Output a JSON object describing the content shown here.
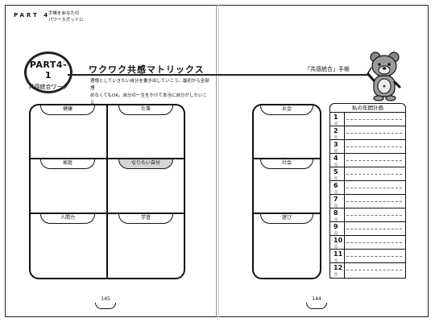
{
  "header": {
    "part_label": "PART 4",
    "subtitle_line1": "手帳をあなたの",
    "subtitle_line2": "パワースポットに"
  },
  "left_page": {
    "badge_title": "PART4-1",
    "badge_subtitle": "共感統合ワーク",
    "title": "ワクワク共感マトリックス",
    "description": [
      "理想としていきたい自分を書き出していこう。最初から全部埋",
      "めなくてもOK。自分の一生をかけて本当に自分がしたいこと",
      "をあぶり出していこう。"
    ],
    "cells": [
      {
        "label": "健康",
        "shaded": false
      },
      {
        "label": "仕事",
        "shaded": false
      },
      {
        "label": "家庭",
        "shaded": false
      },
      {
        "label": "なりたい自分",
        "shaded": true
      },
      {
        "label": "人間力",
        "shaded": false
      },
      {
        "label": "学習",
        "shaded": false
      }
    ],
    "page_number": "145"
  },
  "right_page": {
    "header_title": "「共感統合」手帳",
    "cells": [
      {
        "label": "お金"
      },
      {
        "label": "社会"
      },
      {
        "label": "遊び"
      }
    ],
    "schedule": {
      "title": "私の年間計画",
      "month_unit": "月",
      "months": [
        "1",
        "2",
        "3",
        "4",
        "5",
        "6",
        "7",
        "8",
        "9",
        "10",
        "11",
        "12"
      ]
    },
    "page_number": "144"
  }
}
